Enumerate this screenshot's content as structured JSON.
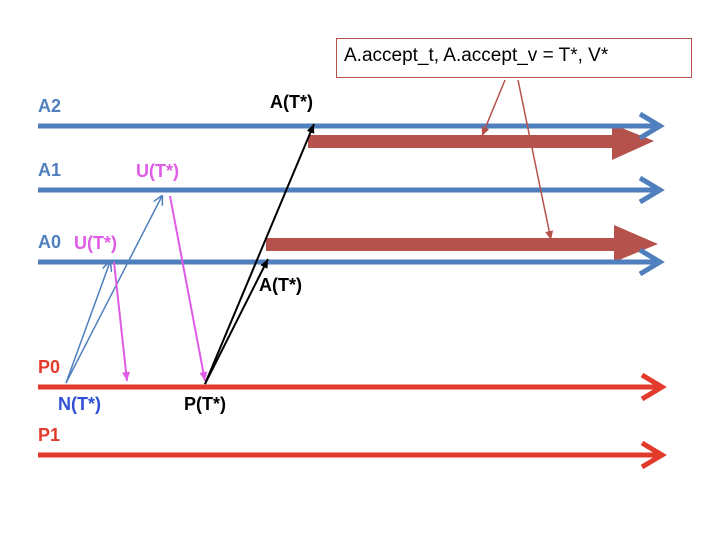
{
  "colors": {
    "acceptor_line": "#4f7fbd",
    "proposer_line": "#e23b2b",
    "accepted_bar": "#b5524b",
    "update_msg": "#e05be6",
    "new_msg": "#2f4fd6",
    "text_black": "#000000"
  },
  "lines": {
    "A2": "A2",
    "A1": "A1",
    "A0": "A0",
    "P0": "P0",
    "P1": "P1"
  },
  "messages": {
    "n_label": "N(T*)",
    "u_label_a0": "U(T*)",
    "u_label_a1": "U(T*)",
    "p_label": "P(T*)",
    "a_label_a2": "A(T*)",
    "a_label_a0": "A(T*)"
  },
  "note": {
    "text": "A.accept_t, A.accept_v = T*, V*"
  }
}
